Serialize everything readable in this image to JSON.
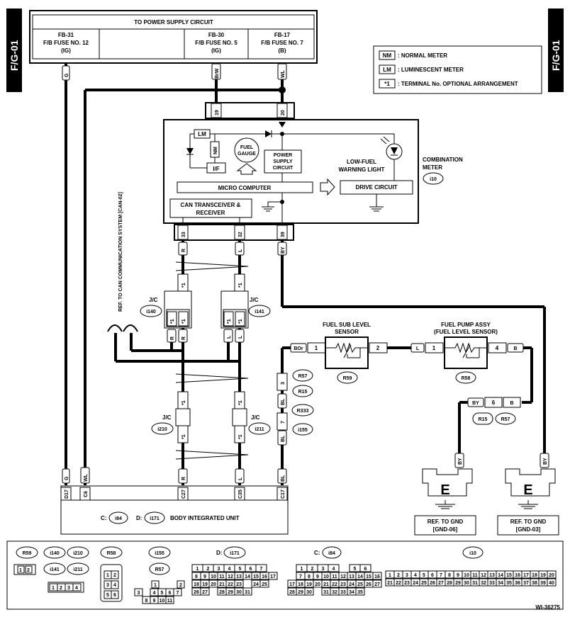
{
  "page_tags": {
    "left": "F/G-01",
    "right": "F/G-01"
  },
  "power_supply": {
    "title": "TO POWER SUPPLY CIRCUIT",
    "fuses": [
      {
        "line1": "FB-31",
        "line2": "F/B FUSE NO. 12",
        "line3": "(IG)"
      },
      {
        "line1": "FB-30",
        "line2": "F/B FUSE NO. 5",
        "line3": "(IG)"
      },
      {
        "line1": "FB-17",
        "line2": "F/B FUSE NO. 7",
        "line3": "(B)"
      }
    ]
  },
  "legend": [
    {
      "symbol": "NM",
      "text": ": NORMAL METER"
    },
    {
      "symbol": "LM",
      "text": ": LUMINESCENT METER"
    },
    {
      "symbol": "*1",
      "text": ": TERMINAL No. OPTIONAL ARRANGEMENT"
    }
  ],
  "combination_meter": {
    "name_line1": "COMBINATION",
    "name_line2": "METER",
    "connector": "i10",
    "lm": "LM",
    "nm": "NM",
    "if": "I/F",
    "fuel_gauge_1": "FUEL",
    "fuel_gauge_2": "GAUGE",
    "psc_1": "POWER",
    "psc_2": "SUPPLY",
    "psc_3": "CIRCUIT",
    "low_fuel_1": "LOW-FUEL",
    "low_fuel_2": "WARNING LIGHT",
    "micro": "MICRO COMPUTER",
    "can_1": "CAN TRANSCEIVER &",
    "can_2": "RECEIVER",
    "drive": "DRIVE CIRCUIT",
    "pin_top_1": "19",
    "pin_top_2": "20",
    "pin_bot_1": "33",
    "pin_bot_2": "32",
    "pin_bot_3": "39"
  },
  "wires": {
    "g": "G",
    "brw": "BrW",
    "wl": "WL",
    "r": "R",
    "l": "L",
    "by": "BY",
    "bor": "BOr",
    "bl": "BL",
    "b": "B"
  },
  "can_ref": "REF. TO CAN COMMUNICATION SYSTEM [CAN-02]",
  "jc": {
    "label": "J/C",
    "i140": "i140",
    "i141": "i141",
    "i210": "i210",
    "i211": "i211",
    "star": "*1"
  },
  "fuel_sub": {
    "line1": "FUEL SUB LEVEL",
    "line2": "SENSOR",
    "conn": "R59",
    "pin1": "1",
    "pin2": "2"
  },
  "fuel_pump": {
    "line1": "FUEL PUMP ASSY",
    "line2": "(FUEL LEVEL SENSOR)",
    "conn": "R58",
    "pin1": "1",
    "pin4": "4"
  },
  "harness_connectors": {
    "pin3": "3",
    "pin7": "7",
    "r57": "R57",
    "r15": "R15",
    "r333": "R333",
    "i155": "i155",
    "pin6": "6"
  },
  "body_unit": {
    "label": "BODY INTEGRATED UNIT",
    "c_prefix": "C:",
    "c_conn": "i84",
    "d_prefix": "D:",
    "d_conn": "i171",
    "pins": [
      "D17",
      "C6",
      "C27",
      "C35",
      "C17"
    ]
  },
  "ground": {
    "e": "E",
    "ref1_line1": "REF. TO GND",
    "ref1_line2": "[GND-06]",
    "ref2_line1": "REF. TO GND",
    "ref2_line2": "[GND-03]"
  },
  "connector_views": {
    "r59": "R59",
    "i140": "i140",
    "i210": "i210",
    "i141": "i141",
    "i211": "i211",
    "r58": "R58",
    "i155": "i155",
    "r57": "R57",
    "d_label": "D:",
    "d_conn": "i171",
    "c_label": "C:",
    "c_conn": "i84",
    "i10": "i10",
    "r59_pins": [
      "1",
      "2"
    ],
    "jc_pins": [
      "1",
      "2",
      "3",
      "4"
    ],
    "r58_pins": [
      "1",
      "2",
      "3",
      "4",
      "5",
      "6"
    ],
    "i155_top": [
      "1",
      "2"
    ],
    "i155_mid": [
      "3",
      "4",
      "5",
      "6",
      "7"
    ],
    "i155_bot": [
      "8",
      "9",
      "10",
      "11"
    ],
    "i171_rows": [
      [
        "1",
        "2",
        "3",
        "4",
        "5",
        "6",
        "7"
      ],
      [
        "8",
        "9",
        "10",
        "11",
        "12",
        "13",
        "14",
        "15",
        "16",
        "17"
      ],
      [
        "18",
        "19",
        "20",
        "21",
        "22",
        "23",
        "24",
        "25"
      ],
      [
        "26",
        "27",
        "28",
        "29",
        "30",
        "31"
      ]
    ],
    "i84_rows": [
      [
        "1",
        "2",
        "3",
        "4",
        "5",
        "6"
      ],
      [
        "7",
        "8",
        "9",
        "10",
        "11",
        "12",
        "13",
        "14",
        "15",
        "16"
      ],
      [
        "17",
        "18",
        "19",
        "20",
        "21",
        "22",
        "23",
        "24",
        "25",
        "26",
        "27"
      ],
      [
        "28",
        "29",
        "30",
        "31",
        "32",
        "33",
        "34",
        "35"
      ]
    ],
    "i10_row1": [
      "1",
      "2",
      "3",
      "4",
      "5",
      "6",
      "7",
      "8",
      "9",
      "10",
      "11",
      "12",
      "13",
      "14",
      "15",
      "16",
      "17",
      "18",
      "19",
      "20"
    ],
    "i10_row2": [
      "21",
      "22",
      "23",
      "24",
      "25",
      "26",
      "27",
      "28",
      "29",
      "30",
      "31",
      "32",
      "33",
      "34",
      "35",
      "36",
      "37",
      "38",
      "39",
      "40"
    ]
  },
  "diagram_id": "WI-36275"
}
